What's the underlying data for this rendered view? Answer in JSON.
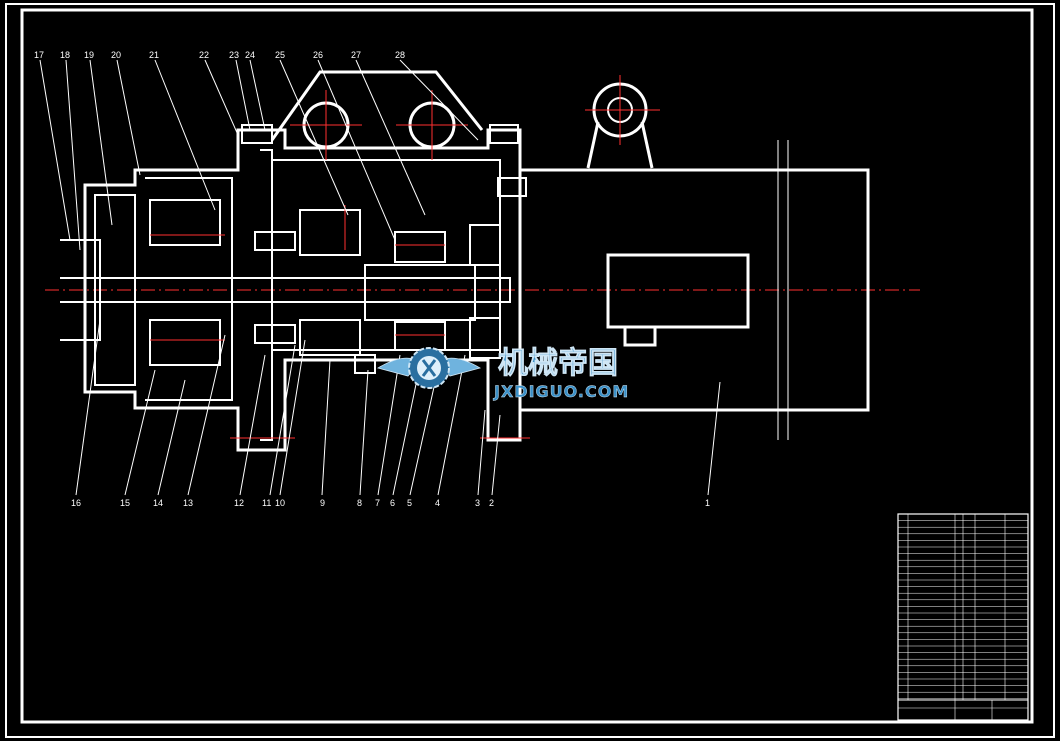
{
  "drawing": {
    "part_labels_top": [
      "17",
      "18",
      "19",
      "20",
      "21",
      "22",
      "23",
      "24",
      "25",
      "26",
      "27",
      "28"
    ],
    "part_labels_bottom": [
      "16",
      "15",
      "14",
      "13",
      "12",
      "11",
      "10",
      "9",
      "8",
      "7",
      "6",
      "5",
      "4",
      "3",
      "2",
      "1"
    ]
  },
  "watermark": {
    "cn": "机械帝国",
    "en": "JXDIGUO.COM"
  },
  "colors": {
    "line": "#ffffff",
    "center_line": "#ff3030",
    "background": "#000000",
    "watermark": "#3a8fc6"
  }
}
